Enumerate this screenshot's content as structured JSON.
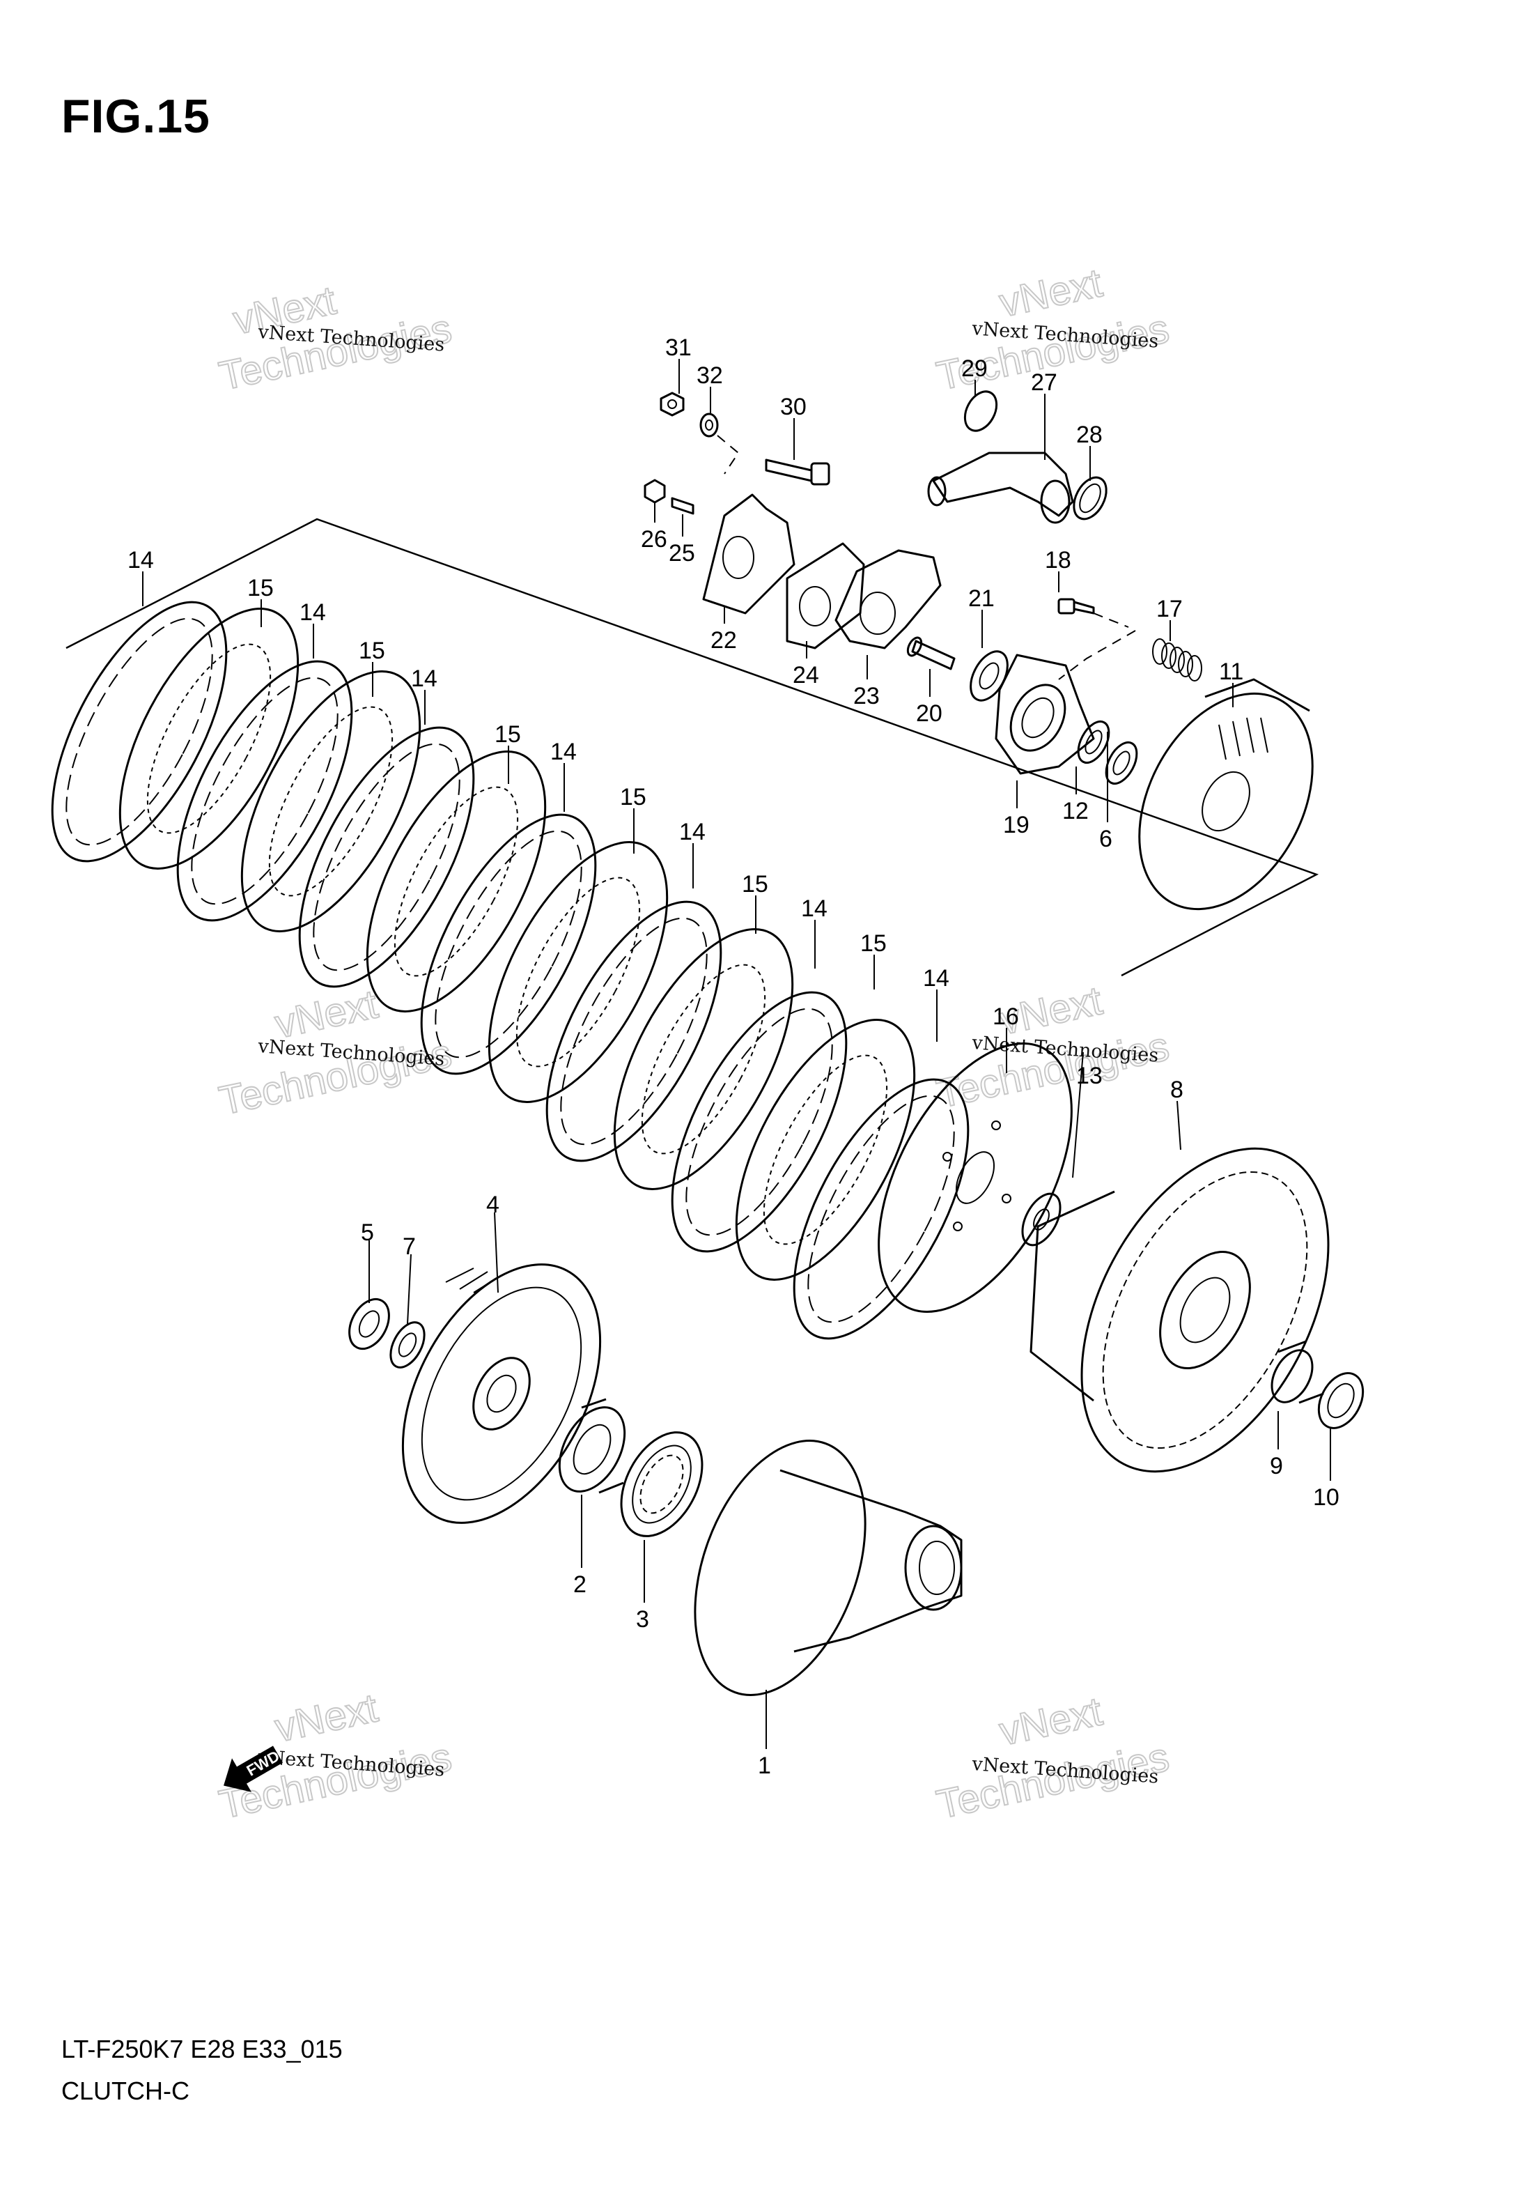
{
  "figure": {
    "title": "FIG.15",
    "model_code": "LT-F250K7 E28 E33_015",
    "section": "CLUTCH-C"
  },
  "watermark": {
    "line_small": "vNext Technologies",
    "line_big1": "vNext",
    "line_big2": "Technologies"
  },
  "forward_marker": {
    "label": "FWD"
  },
  "callouts": [
    "1",
    "2",
    "3",
    "4",
    "5",
    "6",
    "7",
    "8",
    "9",
    "10",
    "11",
    "12",
    "13",
    "14",
    "15",
    "16",
    "17",
    "18",
    "19",
    "20",
    "21",
    "22",
    "23",
    "24",
    "25",
    "26",
    "27",
    "28",
    "29",
    "30",
    "31",
    "32"
  ]
}
